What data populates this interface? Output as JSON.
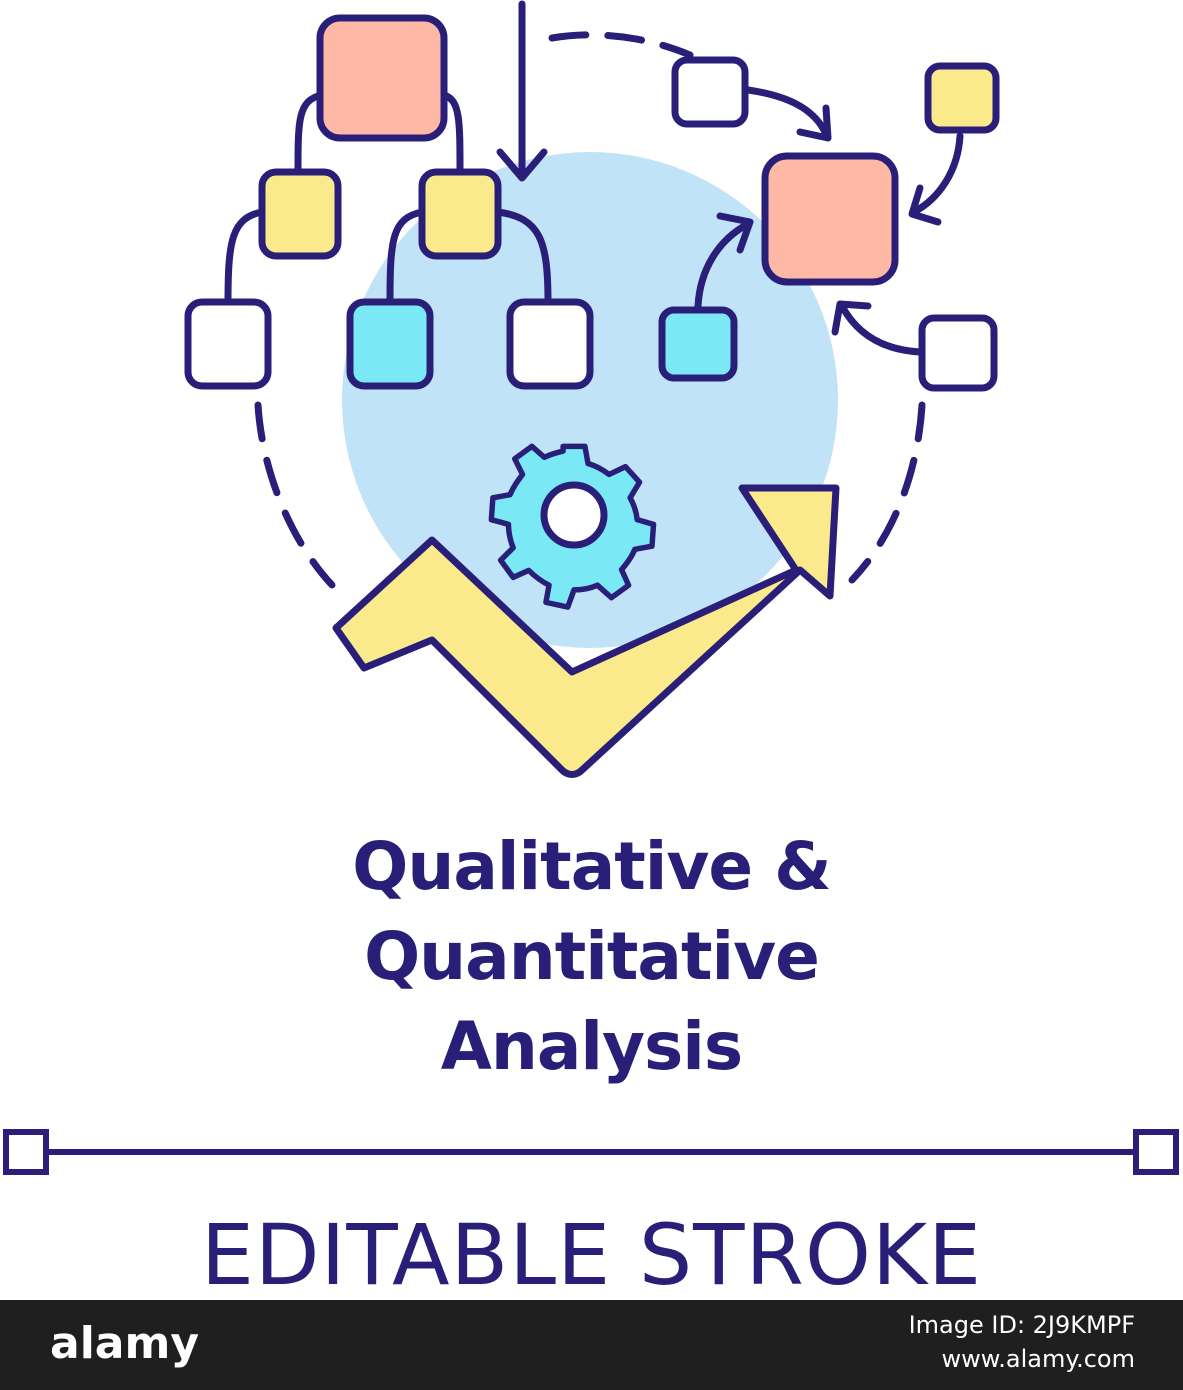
{
  "colors": {
    "outline": "#2a1f78",
    "circle": "#c1e3f7",
    "peach": "#fdb9a6",
    "yellow": "#fbea8c",
    "cyan": "#7ae8f5",
    "white": "#ffffff",
    "footer": "#1f1f1f"
  },
  "title": {
    "line1": "Qualitative &",
    "line2": "Quantitative",
    "line3": "Analysis"
  },
  "stroke_label": "EDITABLE STROKE",
  "footer": {
    "brand": "alamy",
    "image_id": "Image ID: 2J9KMPF",
    "site": "www.alamy.com"
  },
  "icons": [
    "flowchart-icon",
    "gear-icon",
    "trend-arrow-icon",
    "stroke-handle-icon"
  ]
}
